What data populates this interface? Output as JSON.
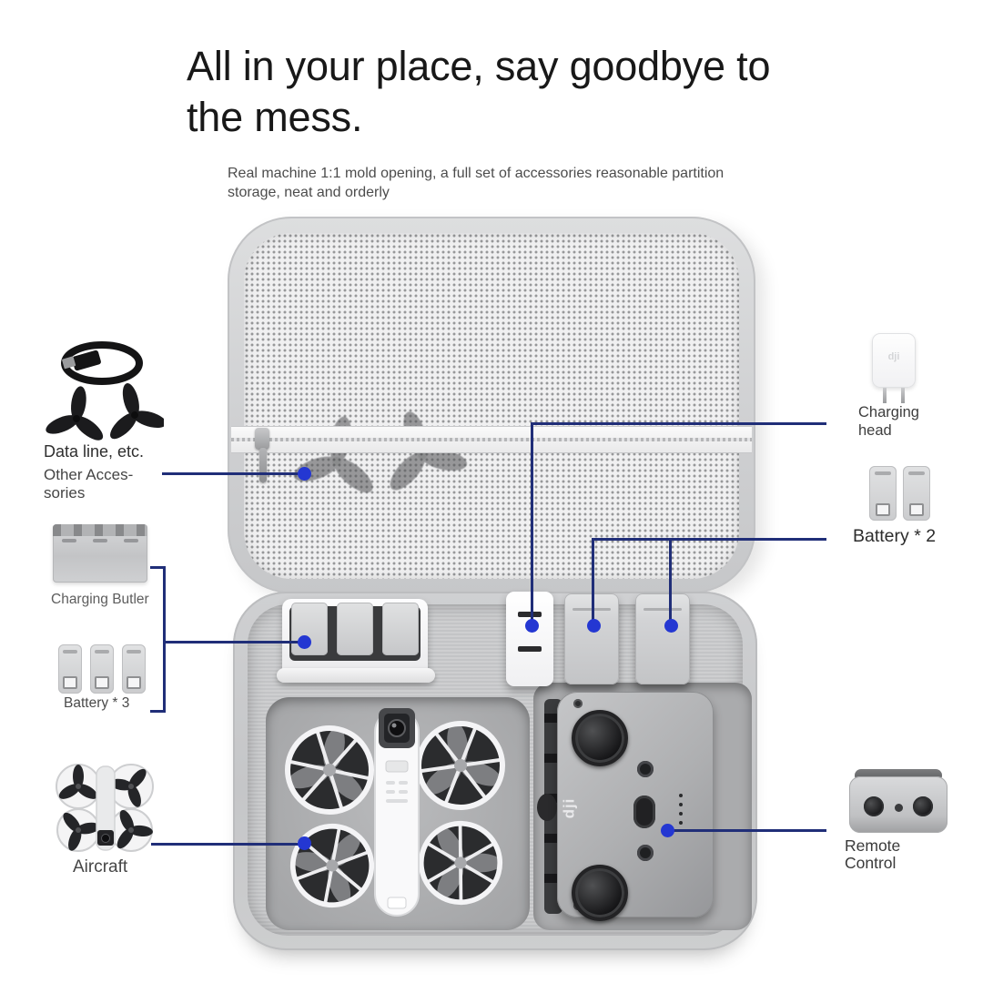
{
  "header": {
    "title_line1": "All in your place, say goodbye to",
    "title_line2": "the mess.",
    "subtitle_line1": "Real machine 1:1 mold opening, a full set of accessories reasonable partition",
    "subtitle_line2": "storage, neat and orderly"
  },
  "callouts": {
    "data_line": {
      "label": "Data line, etc."
    },
    "other_accessories": {
      "line1": "Other Acces-",
      "line2": "sories"
    },
    "charging_butler": {
      "label": "Charging Butler"
    },
    "battery_x3": {
      "label": "Battery * 3"
    },
    "aircraft": {
      "label": "Aircraft"
    },
    "charging_head": {
      "line1": "Charging",
      "line2": "head"
    },
    "battery_x2": {
      "label": "Battery * 2"
    },
    "remote_control": {
      "line1": "Remote",
      "line2": "Control"
    }
  },
  "brand_marks": {
    "remote_logo": "dji",
    "charger_logo": "dji"
  },
  "colors": {
    "callout_line": "#202e78",
    "callout_dot": "#2437d2",
    "title_text": "#181818",
    "subtitle_text": "#4c4c4c",
    "case_shell": "#c9cacc",
    "mesh_background": "#f0f0f1",
    "mesh_dot": "#97989a"
  },
  "icons": {
    "cable": "usb-cable-icon",
    "propeller_pair": "propeller-pair-icon",
    "charging_hub": "charging-hub-icon",
    "battery": "battery-icon",
    "drone_top": "drone-top-view-icon",
    "wall_charger": "wall-charger-icon",
    "remote": "remote-controller-icon"
  }
}
